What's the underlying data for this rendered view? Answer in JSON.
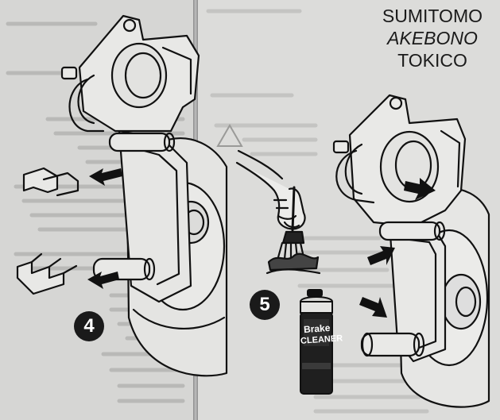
{
  "brand": {
    "line1": "SUMITOMO",
    "line2": "AKEBONO",
    "line3": "TOKICO"
  },
  "steps": {
    "step4": "4",
    "step5": "5"
  },
  "can": {
    "line1": "Brake",
    "line2": "CLEANER"
  },
  "colors": {
    "ink": "#1a1a1a",
    "paper": "#d6d6d4"
  }
}
